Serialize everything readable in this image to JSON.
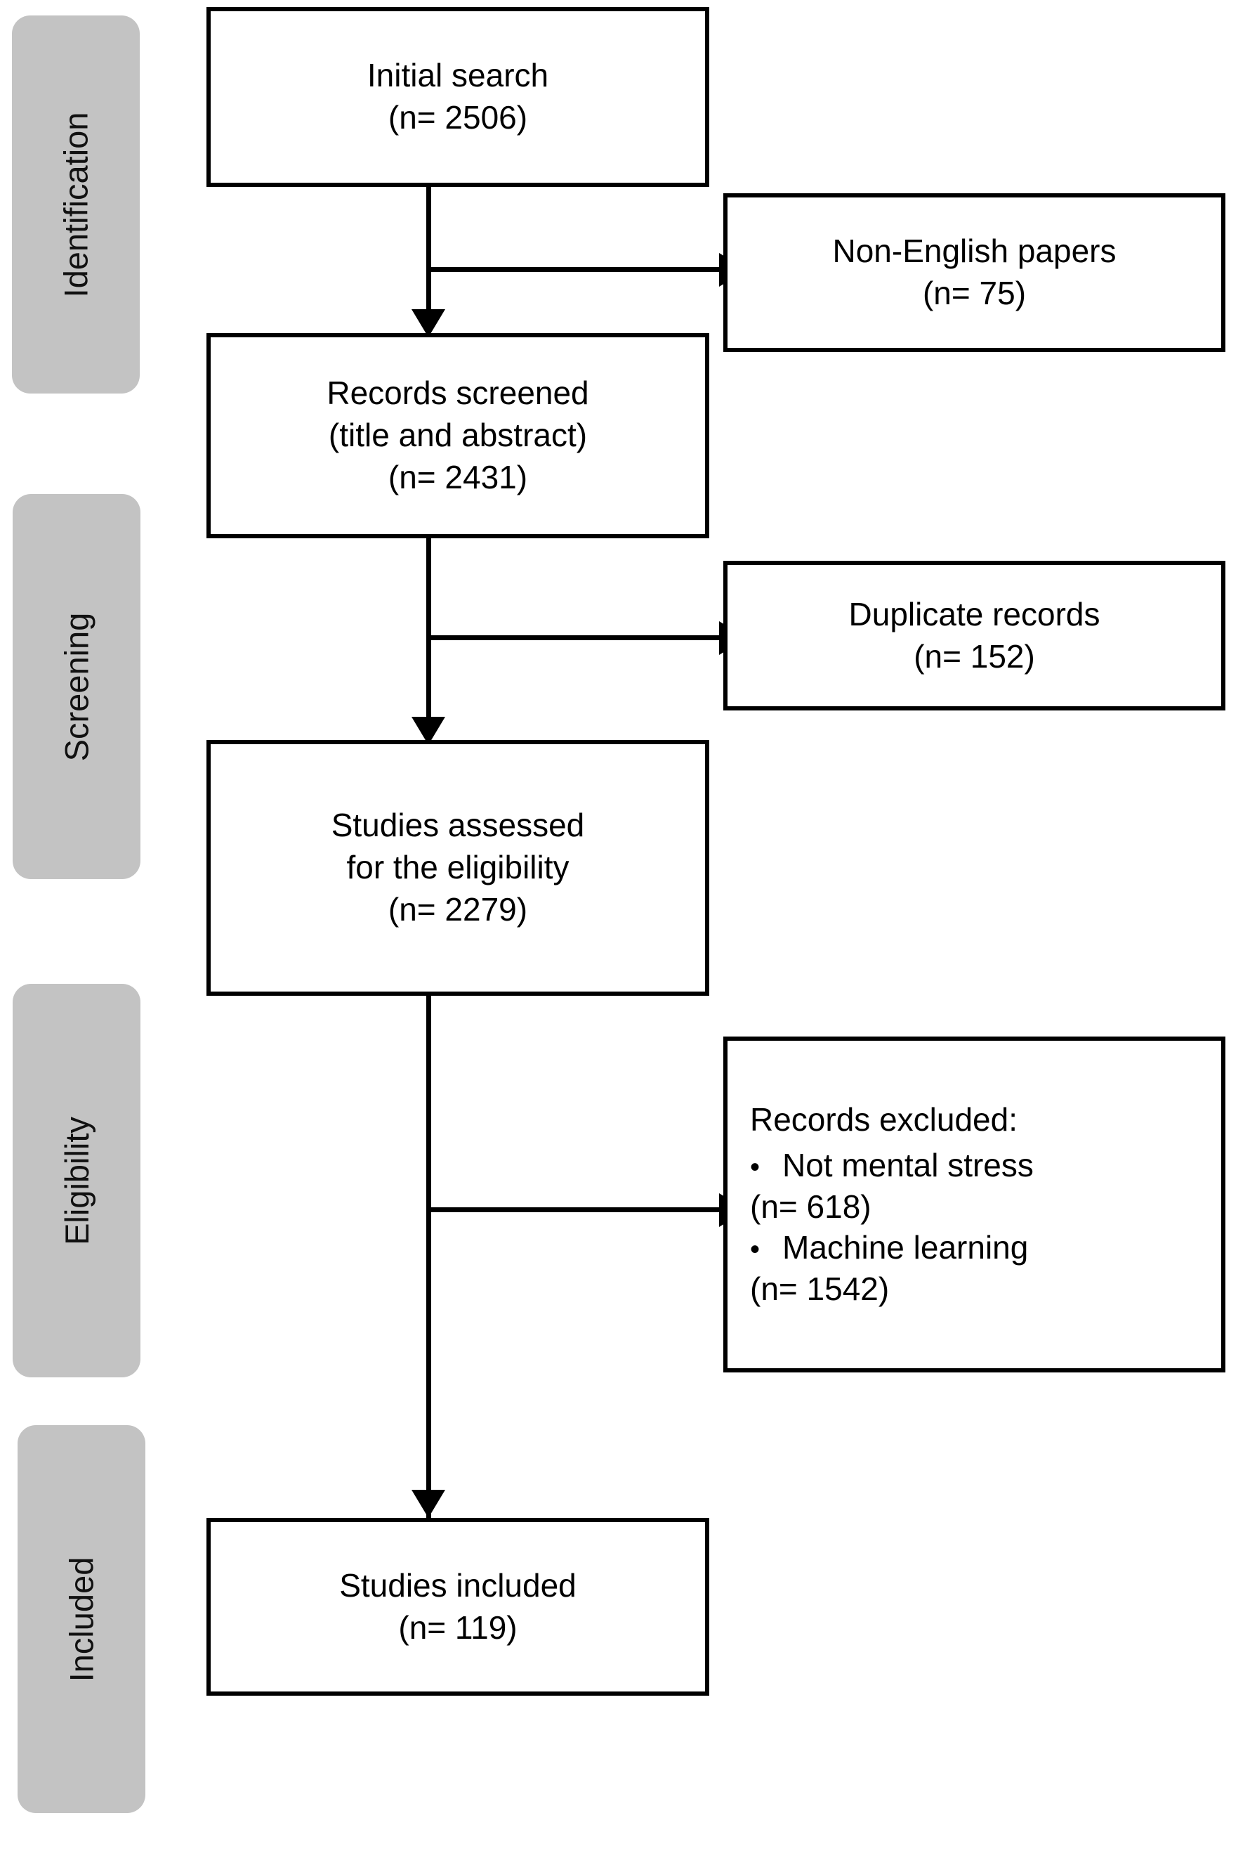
{
  "diagram": {
    "title": "PRISMA study selection flow diagram",
    "colors": {
      "stage_tab_fill": "#c3c3c3",
      "box_border": "#000000",
      "box_fill": "#ffffff",
      "connector": "#000000",
      "text": "#000000",
      "background": "#ffffff"
    },
    "stages": [
      {
        "id": "identification",
        "label": "Identification"
      },
      {
        "id": "screening",
        "label": "Screening"
      },
      {
        "id": "eligibility",
        "label": "Eligibility"
      },
      {
        "id": "included",
        "label": "Included"
      }
    ],
    "flow_boxes": [
      {
        "id": "initial-search",
        "lines": [
          "Initial search",
          "(n= 2506)"
        ],
        "count": 2506
      },
      {
        "id": "records-screened",
        "lines": [
          "Records screened",
          "(title and abstract)",
          "(n= 2431)"
        ],
        "count": 2431
      },
      {
        "id": "studies-assessed",
        "lines": [
          "Studies assessed",
          "for the eligibility",
          "(n= 2279)"
        ],
        "count": 2279
      },
      {
        "id": "studies-included",
        "lines": [
          "Studies included",
          "(n= 119)"
        ],
        "count": 119
      }
    ],
    "exclusion_boxes": [
      {
        "id": "non-english",
        "lines": [
          "Non-English papers",
          "(n= 75)"
        ],
        "count": 75
      },
      {
        "id": "duplicate-records",
        "lines": [
          "Duplicate records",
          "(n= 152)"
        ],
        "count": 152
      }
    ],
    "records_excluded": {
      "id": "records-excluded",
      "title": "Records excluded:",
      "bullet": "•",
      "items": [
        {
          "label": "Not mental stress",
          "count_text": "(n= 618)",
          "count": 618
        },
        {
          "label": "Machine learning",
          "count_text": "(n= 1542)",
          "count": 1542
        }
      ]
    }
  }
}
